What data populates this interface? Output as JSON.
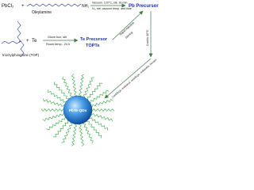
{
  "reagents": {
    "pbcl2": "PbCl₂",
    "oleylamine": "Oleylamine",
    "nh2": "NH₂",
    "plus": "+",
    "te": "Te",
    "top": "trioctylphosphine (TOP)"
  },
  "steps": {
    "pb_line1": "Vacuum, 120°C, stir, 30 min.",
    "pb_line2": "N₂, stir, vacuum temp. and time",
    "te_line1": "Glove box, stir",
    "te_line2": "Room temp., 24 h",
    "inject": "Rapid injection",
    "reaction": "Stirring",
    "quench": "Cool to 30°C",
    "purify": "Centrifuge, methanol, centrifuge, redissolve, hexane"
  },
  "products": {
    "pb_precursor": "Pb Precursor",
    "te_precursor_1": "Te Precursor",
    "te_precursor_2": "TOPTe",
    "qd": "PbTe QDs"
  },
  "colors": {
    "text": "#1a2fb0",
    "ligand": "#2ca83a",
    "arrow": "#3f7d4a",
    "qd_core": "#2c7fd0"
  }
}
